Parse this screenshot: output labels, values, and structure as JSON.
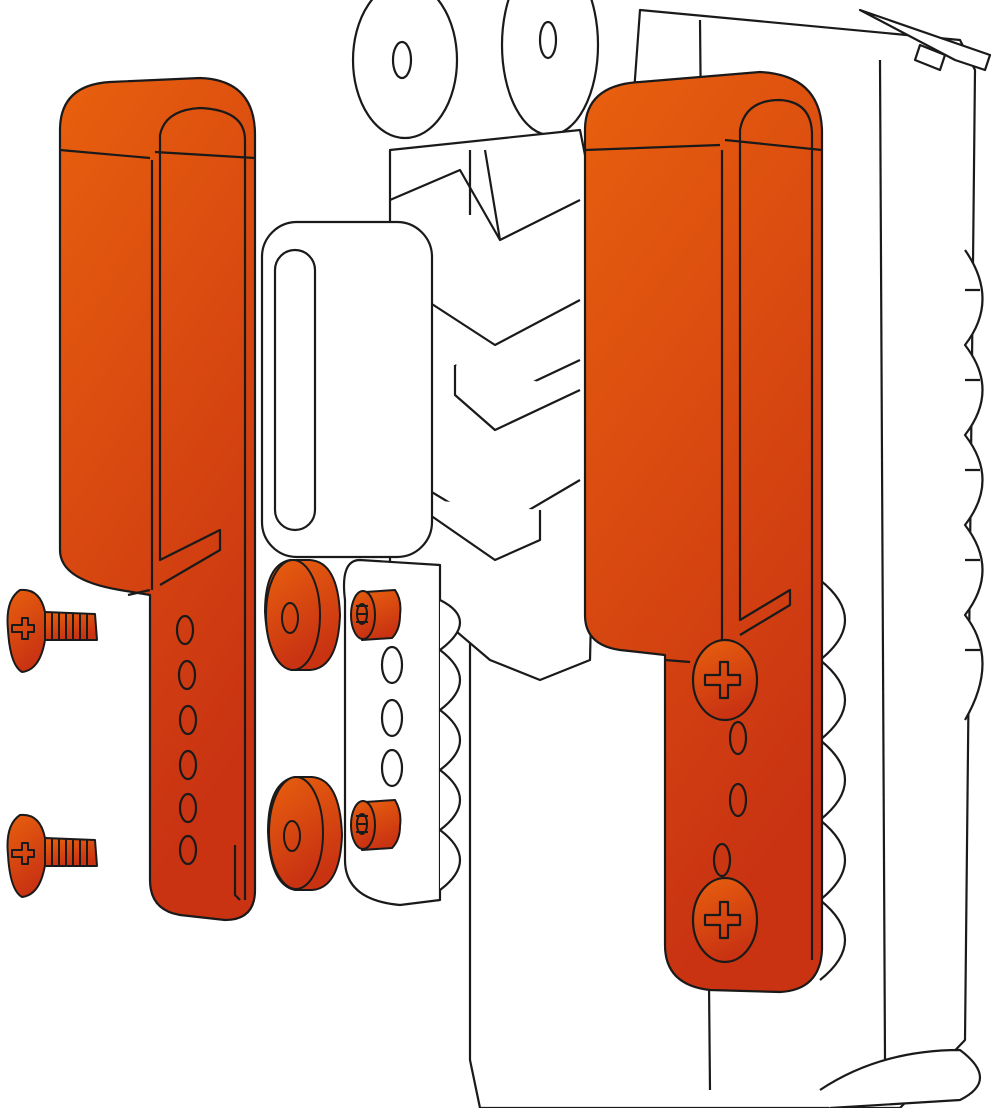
{
  "diagram": {
    "kind": "exploded-assembly",
    "parts": [
      {
        "id": "holster-shell",
        "icon": "holster-body-icon",
        "style": "outline"
      },
      {
        "id": "belt-clip-left",
        "icon": "belt-clip-icon",
        "style": "filled"
      },
      {
        "id": "belt-clip-right",
        "icon": "belt-clip-icon",
        "style": "filled"
      },
      {
        "id": "screw-top",
        "icon": "screw-icon",
        "style": "filled"
      },
      {
        "id": "screw-bottom",
        "icon": "screw-icon",
        "style": "filled"
      },
      {
        "id": "washer-top",
        "icon": "washer-icon",
        "style": "filled"
      },
      {
        "id": "washer-bottom",
        "icon": "washer-icon",
        "style": "filled"
      },
      {
        "id": "t-nut-top",
        "icon": "threaded-insert-icon",
        "style": "filled"
      },
      {
        "id": "t-nut-bottom",
        "icon": "threaded-insert-icon",
        "style": "filled"
      }
    ],
    "colors": {
      "part_fill_light": "#E8600E",
      "part_fill_dark": "#C93312",
      "outline": "#1a1a1a",
      "background": "#ffffff"
    }
  }
}
